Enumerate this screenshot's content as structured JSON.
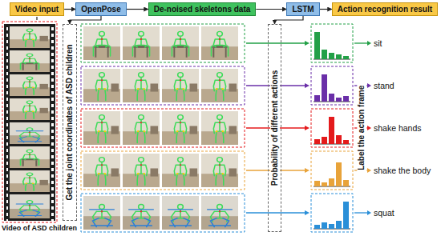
{
  "diagram": {
    "nodes": [
      {
        "text": [
          "Video input"
        ]
      },
      {
        "text": [
          "OpenPose"
        ]
      },
      {
        "text": [
          "De-noised skeletons data"
        ]
      },
      {
        "text": [
          "LSTM"
        ]
      },
      {
        "text": [
          "Action recognition result"
        ]
      },
      {
        "text": [
          "Get the joint coordinates of ASD children"
        ]
      },
      {
        "text": [
          "Probability of different actions"
        ]
      }
    ],
    "edges": [
      {
        "from": 0,
        "to": 1,
        "arrow": "to"
      },
      {
        "from": 1,
        "to": 2,
        "arrow": "to"
      },
      {
        "from": 2,
        "to": 3,
        "arrow": "to"
      },
      {
        "from": 3,
        "to": 4,
        "arrow": "to"
      },
      {
        "from": 1,
        "to": 5,
        "arrow": "to"
      },
      {
        "from": 3,
        "to": 6,
        "arrow": "to"
      }
    ],
    "labels": [
      "Video of ASD children",
      "Label the action frame",
      "sit",
      "stand",
      "shake hands",
      "shake the body",
      "squat"
    ]
  }
}
